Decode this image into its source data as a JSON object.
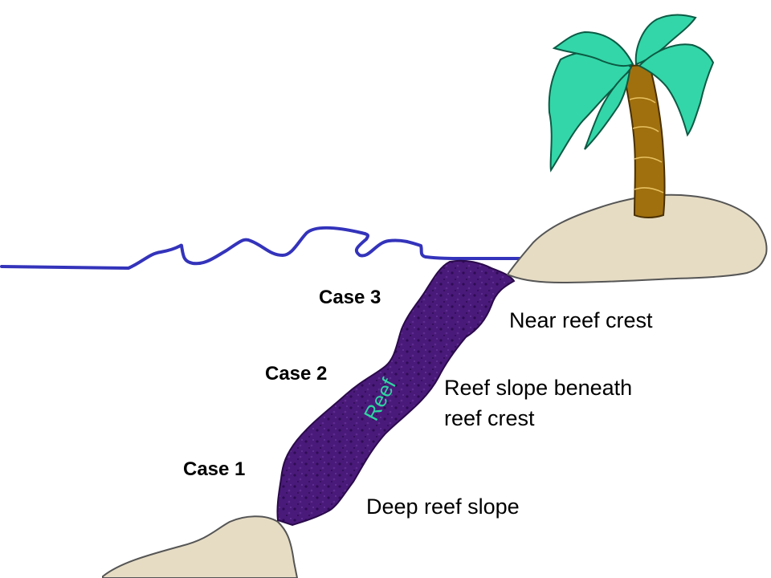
{
  "colors": {
    "water_line": "#3333bb",
    "reef_fill": "#4a1a7a",
    "reef_stroke": "#2a0a4a",
    "sand_fill": "#e6dcc4",
    "sand_stroke": "#555555",
    "trunk_fill": "#a0700e",
    "trunk_stroke": "#4a3000",
    "frond_fill": "#33d6a8",
    "frond_stroke": "#0c5a44",
    "reef_label": "#2ed6a0"
  },
  "labels": {
    "case3": "Case 3",
    "case2": "Case 2",
    "case1": "Case 1",
    "reef": "Reef",
    "near_crest": "Near reef crest",
    "slope_line1": "Reef slope beneath",
    "slope_line2": "reef crest",
    "deep_slope": "Deep reef slope"
  }
}
